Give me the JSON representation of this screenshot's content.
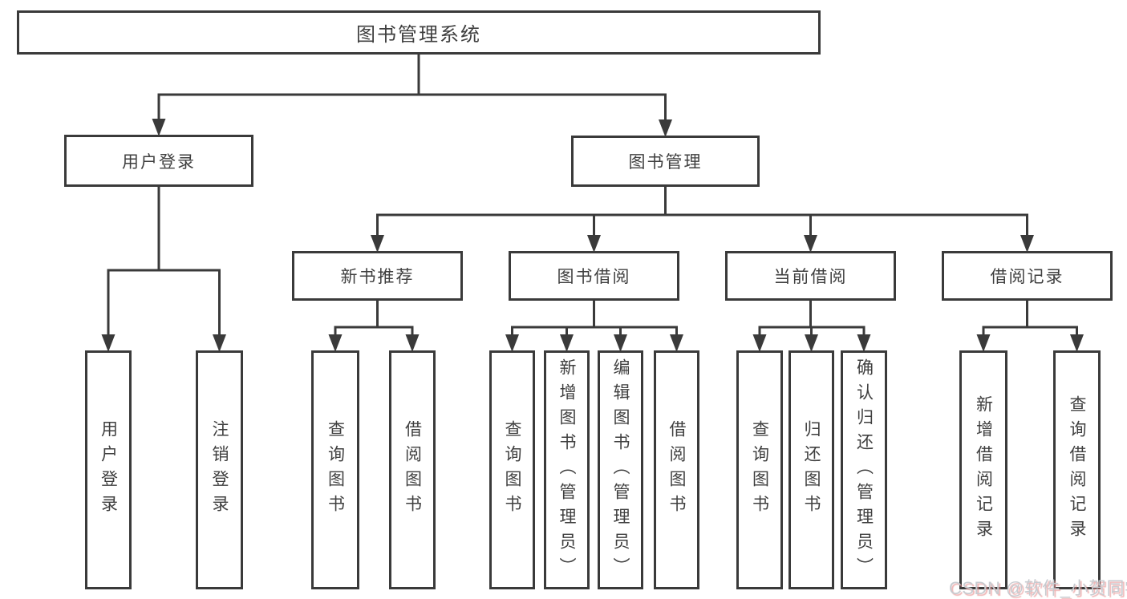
{
  "diagram": {
    "title": "图书管理系统",
    "nodes": [
      {
        "id": "root",
        "label": "图书管理系统",
        "parent": null
      },
      {
        "id": "user-login",
        "label": "用户登录",
        "parent": "root"
      },
      {
        "id": "book-mgmt",
        "label": "图书管理",
        "parent": "root"
      },
      {
        "id": "new-book-rec",
        "label": "新书推荐",
        "parent": "book-mgmt"
      },
      {
        "id": "book-borrow",
        "label": "图书借阅",
        "parent": "book-mgmt"
      },
      {
        "id": "current-borrow",
        "label": "当前借阅",
        "parent": "book-mgmt"
      },
      {
        "id": "borrow-records",
        "label": "借阅记录",
        "parent": "book-mgmt"
      },
      {
        "id": "ul-login",
        "label": "用户登录",
        "parent": "user-login"
      },
      {
        "id": "ul-logout",
        "label": "注销登录",
        "parent": "user-login"
      },
      {
        "id": "nbr-query",
        "label": "查询图书",
        "parent": "new-book-rec"
      },
      {
        "id": "nbr-borrow",
        "label": "借阅图书",
        "parent": "new-book-rec"
      },
      {
        "id": "bb-query",
        "label": "查询图书",
        "parent": "book-borrow"
      },
      {
        "id": "bb-add",
        "label": "新增图书（管理员）",
        "parent": "book-borrow"
      },
      {
        "id": "bb-edit",
        "label": "编辑图书（管理员）",
        "parent": "book-borrow"
      },
      {
        "id": "bb-borrow",
        "label": "借阅图书",
        "parent": "book-borrow"
      },
      {
        "id": "cb-query",
        "label": "查询图书",
        "parent": "current-borrow"
      },
      {
        "id": "cb-return",
        "label": "归还图书",
        "parent": "current-borrow"
      },
      {
        "id": "cb-confirm",
        "label": "确认归还（管理员）",
        "parent": "current-borrow"
      },
      {
        "id": "br-add",
        "label": "新增借阅记录",
        "parent": "borrow-records"
      },
      {
        "id": "br-query",
        "label": "查询借阅记录",
        "parent": "borrow-records"
      }
    ]
  },
  "watermark": {
    "text": "CSDN @软件_小贺同学"
  },
  "colors": {
    "line": "#3a3a3a",
    "box_border": "#3a3a3a",
    "text": "#3f3f3f",
    "background": "#ffffff",
    "watermark_text": "#c7cbd0",
    "watermark_shadow": "#e68c8c"
  }
}
